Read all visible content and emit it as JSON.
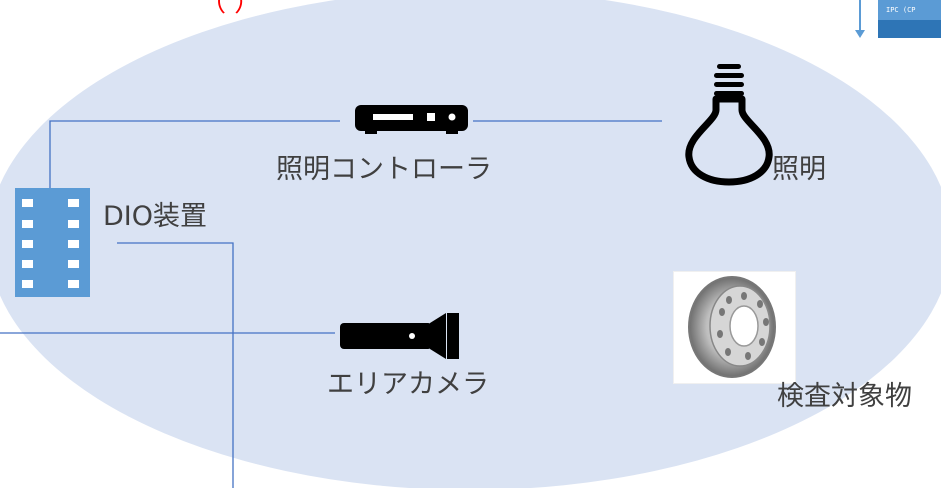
{
  "top_title": "（ ）",
  "ipc_label": "IPC (CP",
  "labels": {
    "light_controller": "照明コントローラ",
    "light": "照明",
    "dio": "DIO装置",
    "area_camera": "エリアカメラ",
    "inspection_target": "検査対象物"
  },
  "icons": {
    "light_controller": "router-icon",
    "light": "lightbulb-icon",
    "dio": "film-strip-icon",
    "area_camera": "flashlight-icon",
    "inspection_target": "wheel-rim-photo",
    "ipc": "computer-icon"
  },
  "colors": {
    "ellipse": "#dae3f3",
    "wire": "#4472c4",
    "dio_blue": "#5b9bd5",
    "icon_black": "#000000",
    "title_red": "#ff0000"
  }
}
